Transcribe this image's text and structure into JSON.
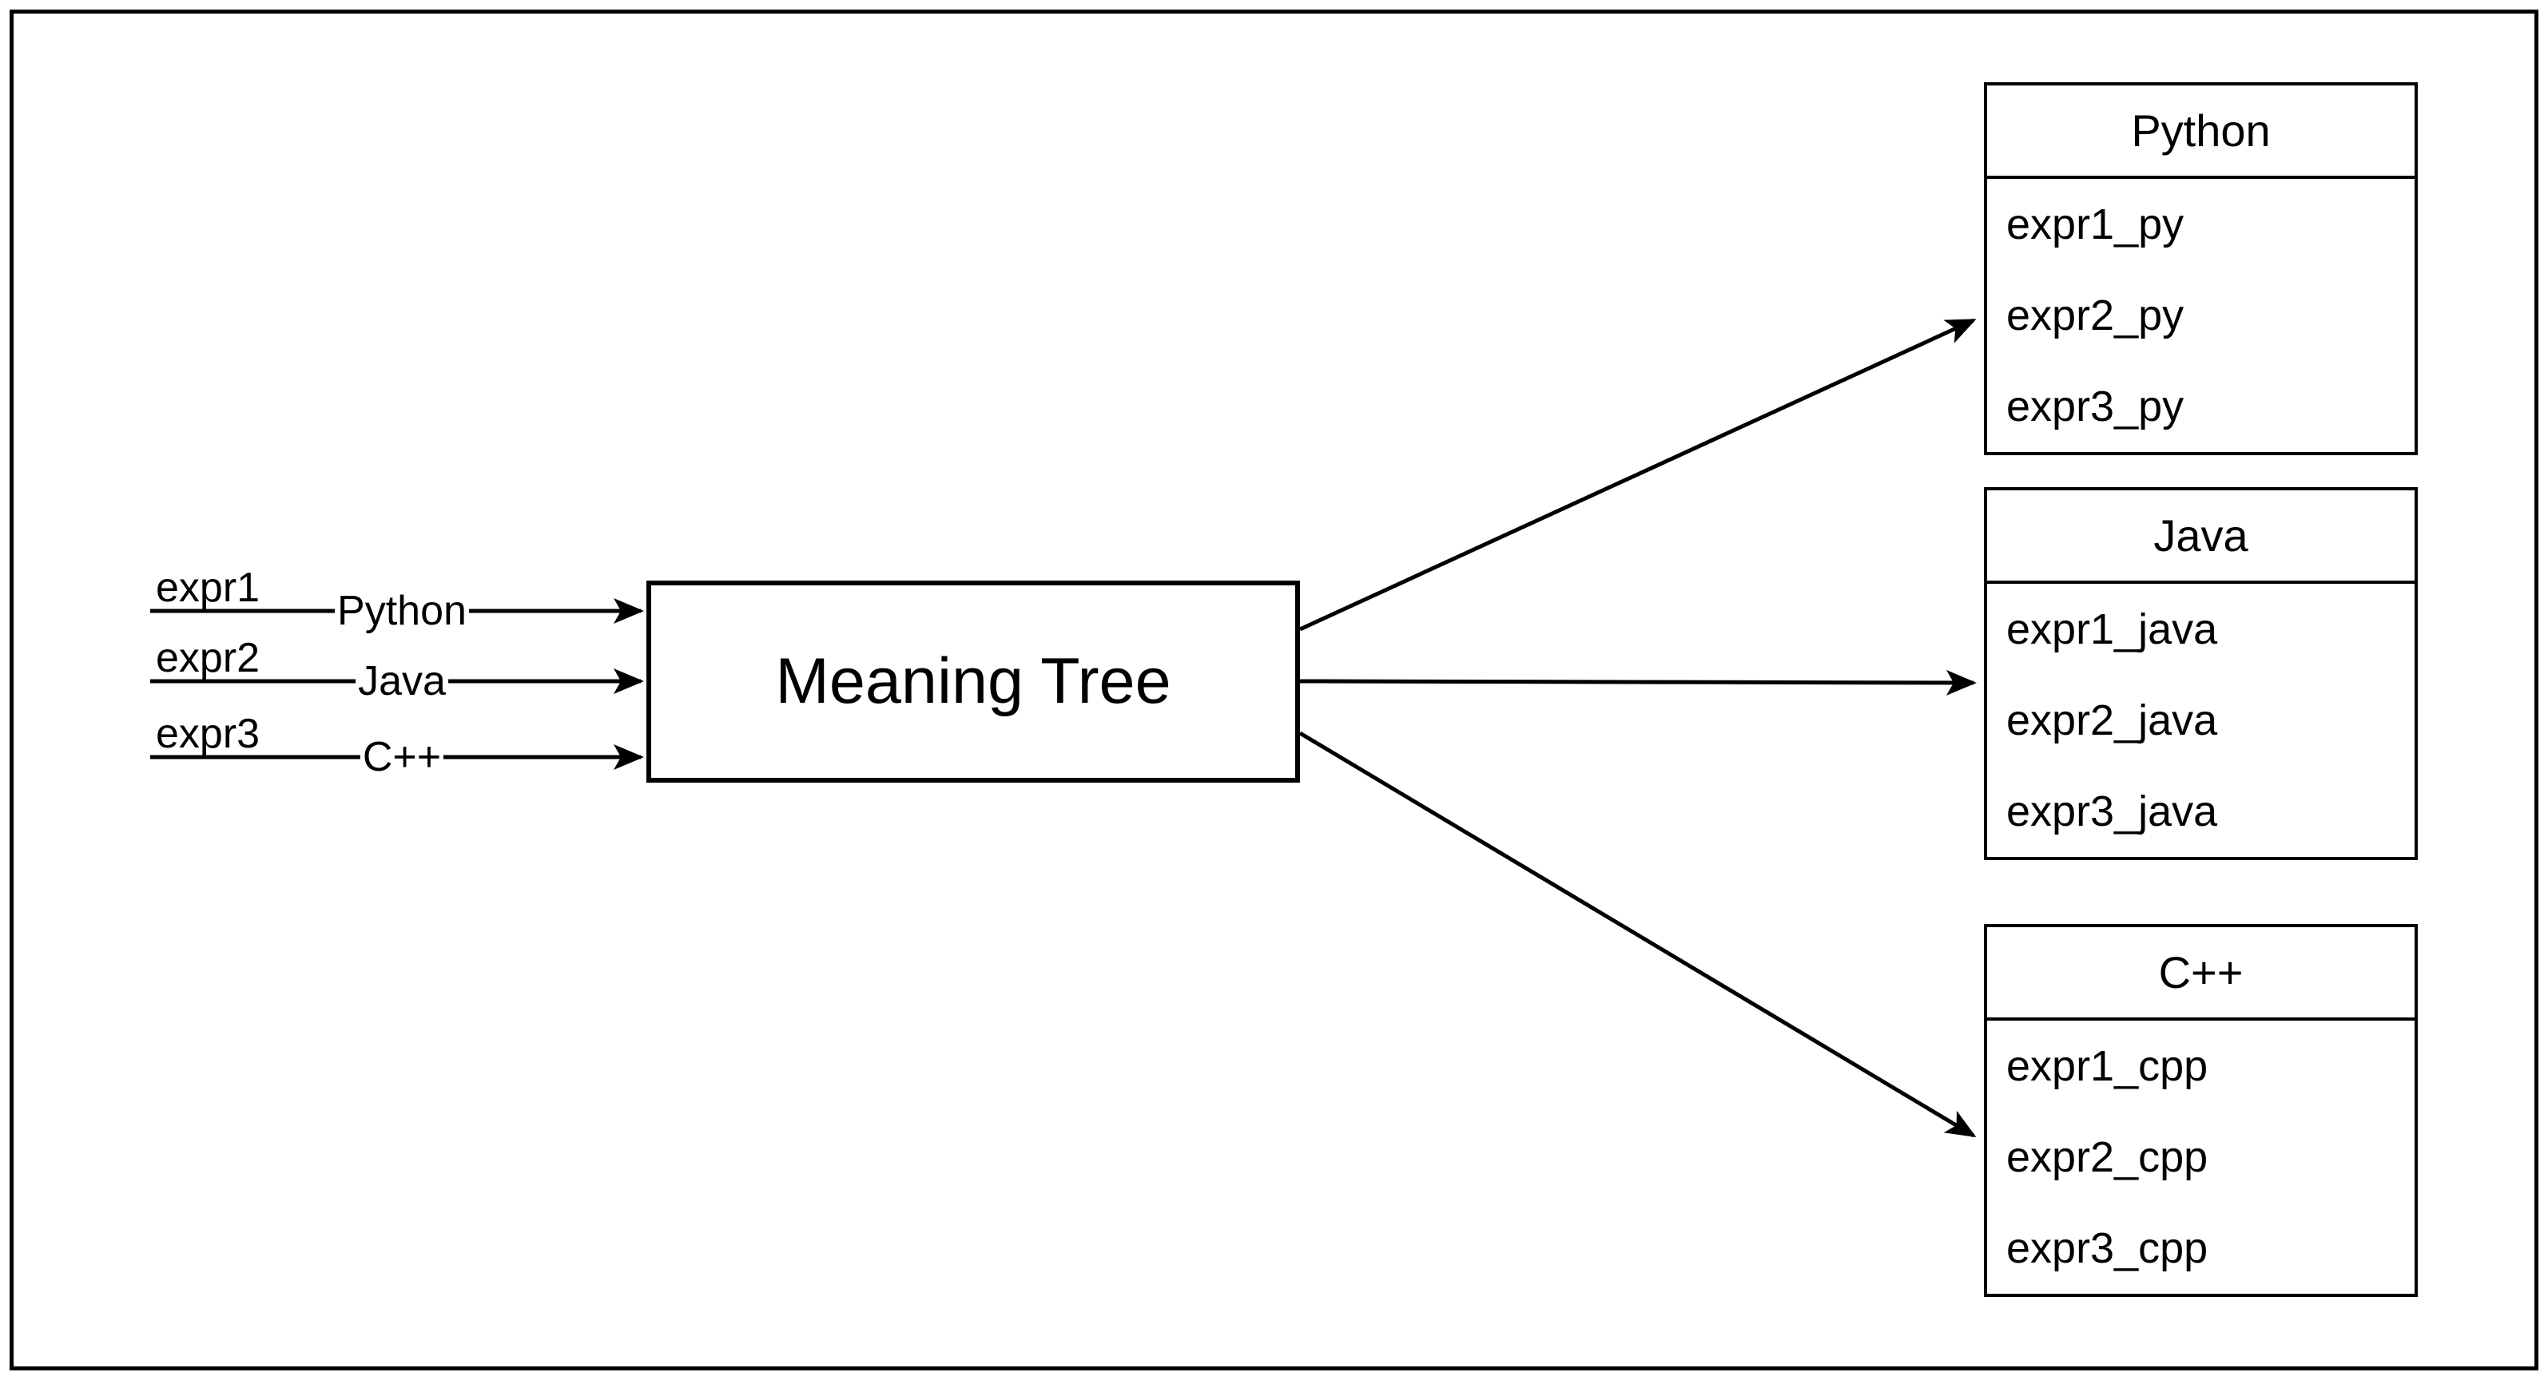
{
  "canvas": {
    "background_color": "#ffffff",
    "line_color": "#000000"
  },
  "center_box": {
    "label": "Meaning Tree"
  },
  "inputs": [
    {
      "expr_label": "expr1",
      "lang_label": "Python"
    },
    {
      "expr_label": "expr2",
      "lang_label": "Java"
    },
    {
      "expr_label": "expr3",
      "lang_label": "C++"
    }
  ],
  "outputs": [
    {
      "header": "Python",
      "rows": [
        "expr1_py",
        "expr2_py",
        "expr3_py"
      ]
    },
    {
      "header": "Java",
      "rows": [
        "expr1_java",
        "expr2_java",
        "expr3_java"
      ]
    },
    {
      "header": "C++",
      "rows": [
        "expr1_cpp",
        "expr2_cpp",
        "expr3_cpp"
      ]
    }
  ]
}
